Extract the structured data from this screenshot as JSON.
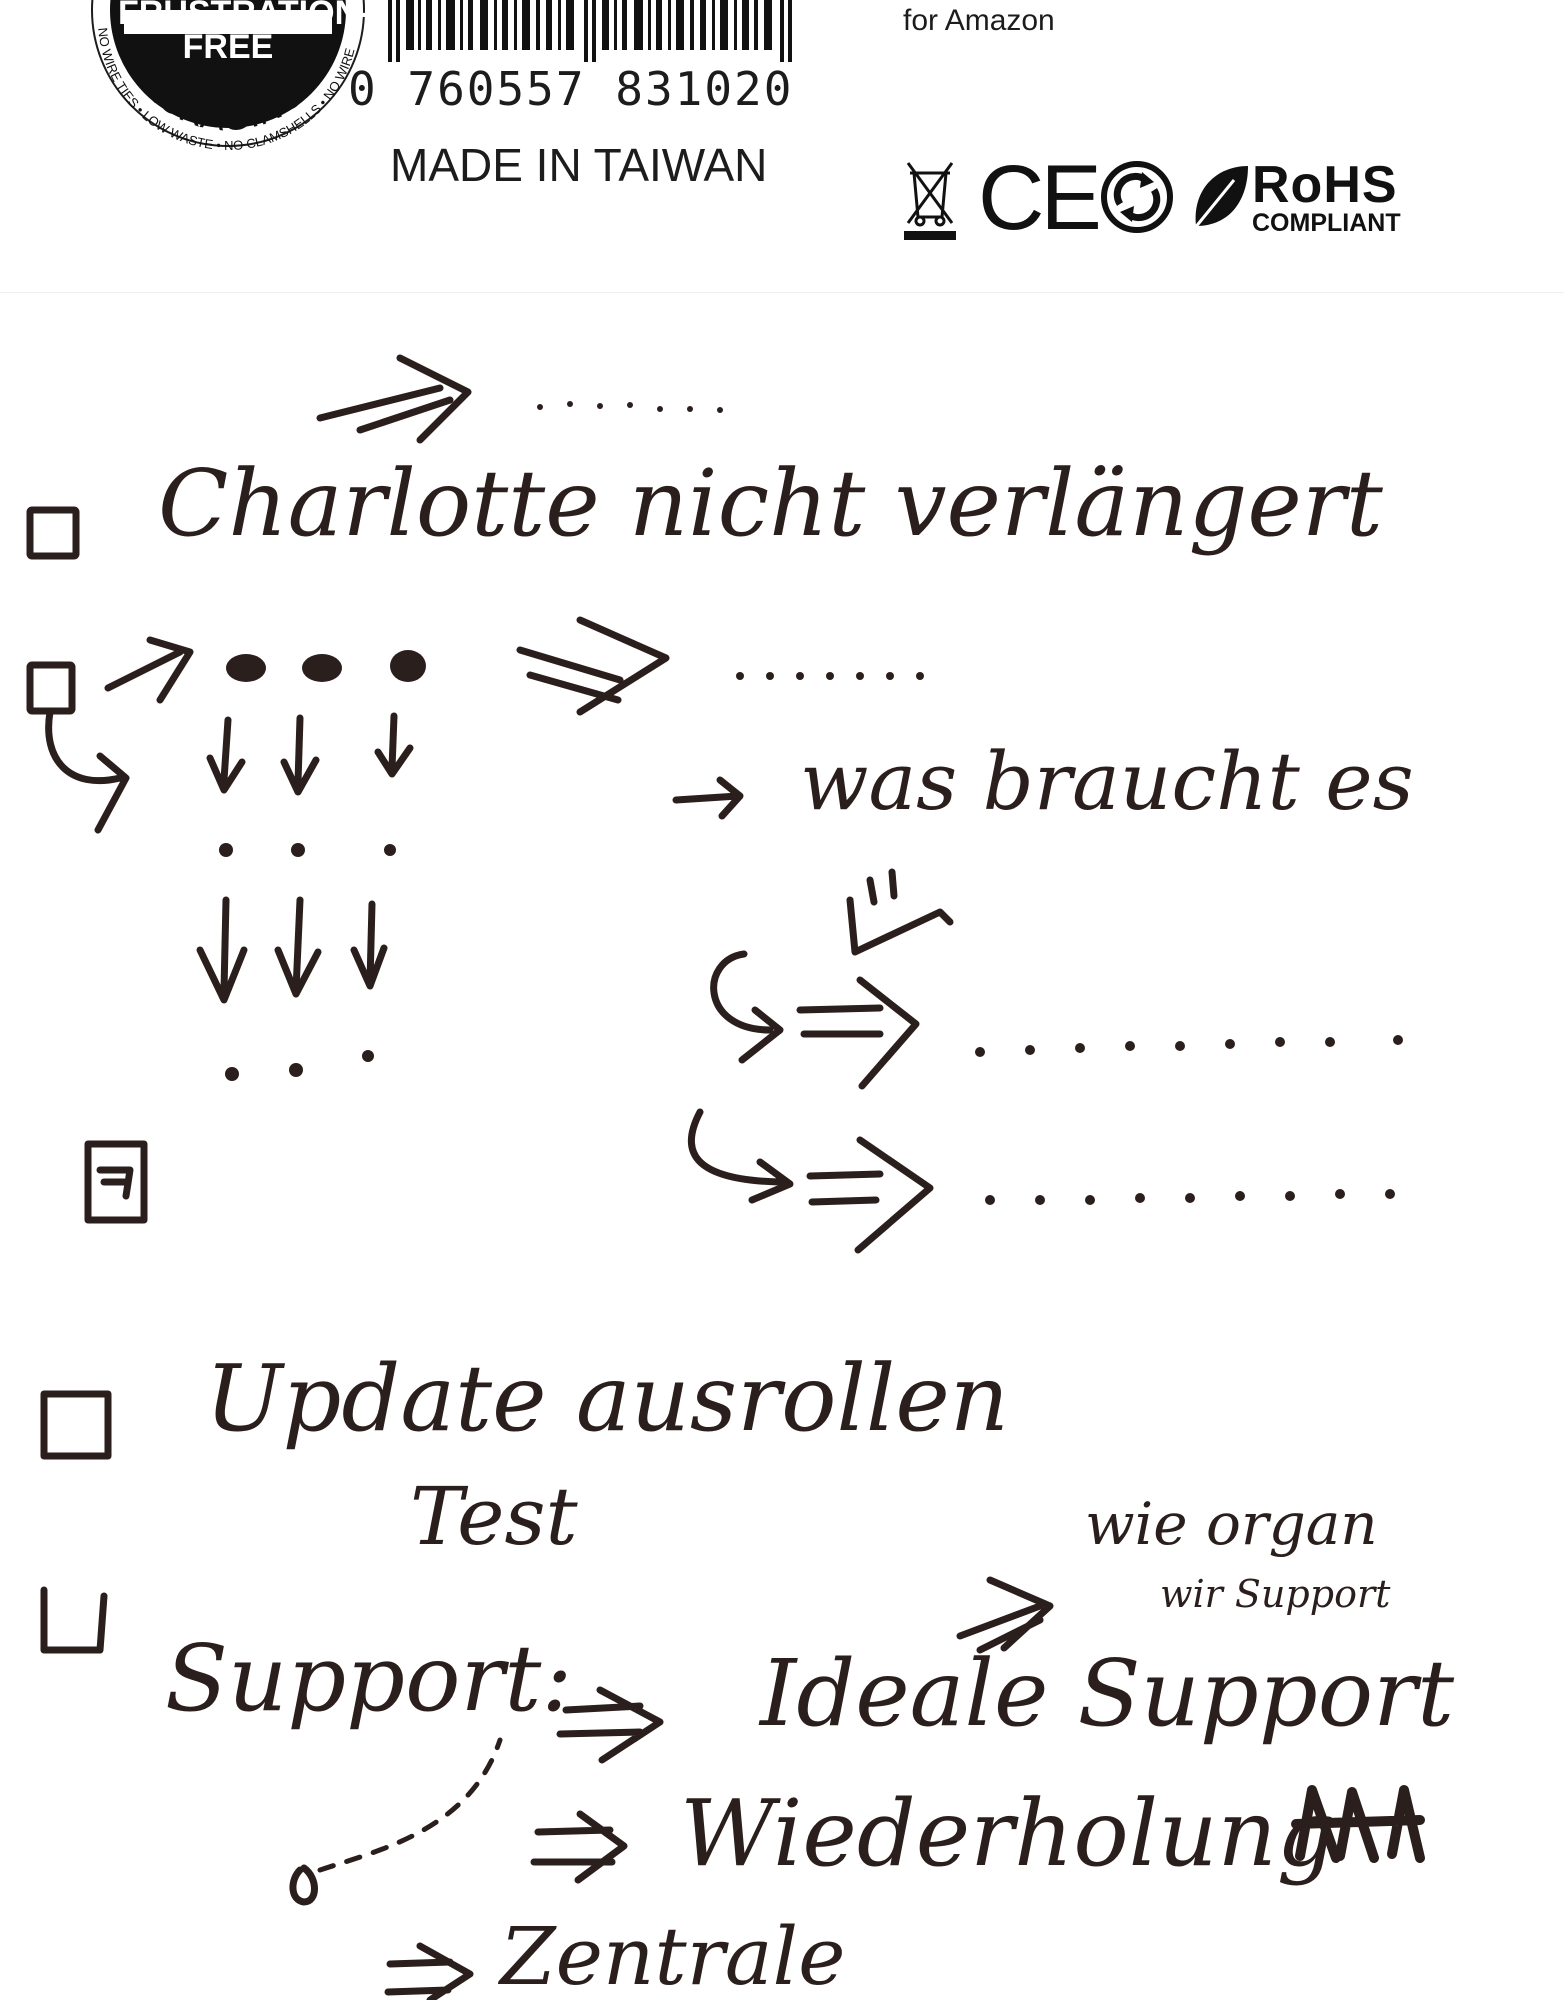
{
  "packaging": {
    "seal_line1": "FRUSTRATION-",
    "seal_line2": "FREE",
    "seal_ring_text": "PACKAGING",
    "seal_ring_small": "NO WIRE TIES • LOW WASTE • NO CLAMSHELLS • NO WIRE",
    "barcode_number": "0 760557 831020",
    "made_in": "MADE IN TAIWAN",
    "for_amazon": "for Amazon",
    "ce_mark": "CE",
    "rohs": "RoHS",
    "rohs_sub": "COMPLIANT",
    "icons": [
      "weee-bin-icon",
      "recycling-icon",
      "leaf-icon"
    ]
  },
  "notes": {
    "line1": "Charlotte nicht verlängert",
    "was_braucht_es": "was braucht es",
    "update": "Update ausrollen",
    "test": "Test",
    "wie_organisieren": "wie organ",
    "wir_support": "wir Support",
    "support": "Support:",
    "ideale_support": "Ideale Support",
    "wiederholung": "Wiederholung",
    "zentrale": "Zentrale"
  },
  "colors": {
    "ink": "#2a1f1c",
    "print": "#1c1c1c",
    "paper": "#ffffff"
  }
}
